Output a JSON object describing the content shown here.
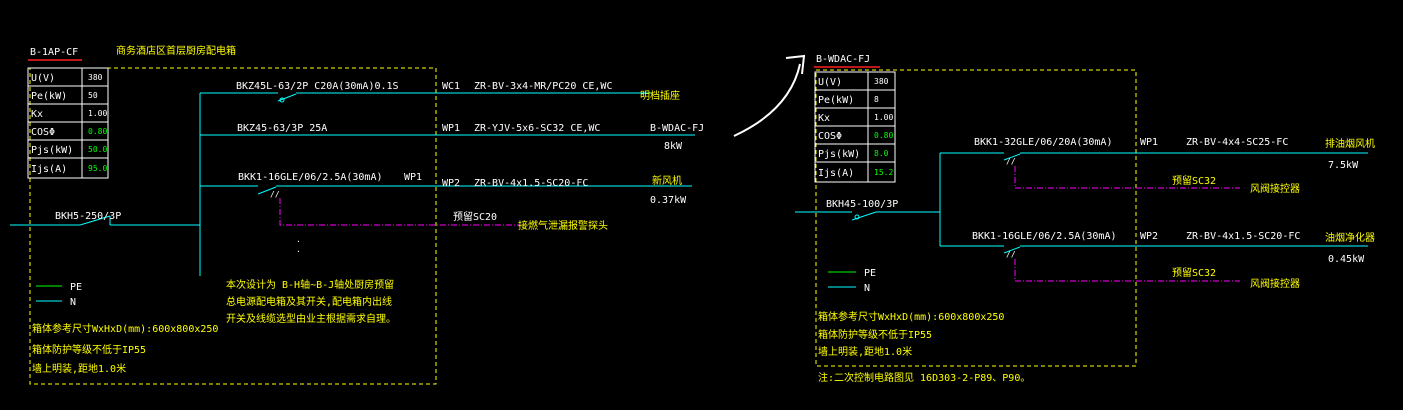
{
  "colors": {
    "bg": "#000000",
    "white": "#ffffff",
    "yellow": "#ffff00",
    "cyan": "#00ffff",
    "magenta": "#ff00ff",
    "green": "#00ff00",
    "red": "#ff2020"
  },
  "left": {
    "panel_code": "B-1AP-CF",
    "panel_title": "商务酒店区首层厨房配电箱",
    "params": [
      {
        "label": "U(V)",
        "value": "380"
      },
      {
        "label": "Pe(kW)",
        "value": "50"
      },
      {
        "label": "Kx",
        "value": "1.00"
      },
      {
        "label": "COSΦ",
        "value": "0.80"
      },
      {
        "label": "Pjs(kW)",
        "value": "50.0"
      },
      {
        "label": "Ijs(A)",
        "value": "95.0"
      }
    ],
    "main_breaker": "BKH5-250/3P",
    "circuits": [
      {
        "breaker": "BKZ45L-63/2P C20A(30mA)0.1S",
        "id": "WC1",
        "cable": "ZR-BV-3x4-MR/PC20 CE,WC",
        "load": "明档插座",
        "power": ""
      },
      {
        "breaker": "BKZ45-63/3P 25A",
        "id": "WP1",
        "cable": "ZR-YJV-5x6-SC32 CE,WC",
        "load": "B-WDAC-FJ",
        "power": "8kW"
      },
      {
        "breaker": "BKK1-16GLE/06/2.5A(30mA)",
        "id": "WP2",
        "cable": "ZR-BV-4x1.5-SC20-FC",
        "load": "新风机",
        "power": "0.37kW",
        "extra_id": "WP1"
      }
    ],
    "ctrl_pipe": "预留SC20",
    "ctrl_note": "接燃气泄漏报警探头",
    "pe_label": "PE",
    "n_label": "N",
    "note_lines": [
      "本次设计为 B-H轴~B-J轴处厨房预留",
      "总电源配电箱及其开关,配电箱内出线",
      "开关及线缆选型由业主根据需求自理。"
    ],
    "spec_lines": [
      "箱体参考尺寸WxHxD(mm):600x800x250",
      "箱体防护等级不低于IP55",
      "墙上明装,距地1.0米"
    ]
  },
  "right": {
    "panel_code": "B-WDAC-FJ",
    "params": [
      {
        "label": "U(V)",
        "value": "380"
      },
      {
        "label": "Pe(kW)",
        "value": "8"
      },
      {
        "label": "Kx",
        "value": "1.00"
      },
      {
        "label": "COSΦ",
        "value": "0.80"
      },
      {
        "label": "Pjs(kW)",
        "value": "8.0"
      },
      {
        "label": "Ijs(A)",
        "value": "15.2"
      }
    ],
    "main_breaker": "BKH45-100/3P",
    "circuits": [
      {
        "breaker": "BKK1-32GLE/06/20A(30mA)",
        "id": "WP1",
        "cable": "ZR-BV-4x4-SC25-FC",
        "load": "排油烟风机",
        "power": "7.5kW",
        "ctrl_pipe": "预留SC32",
        "ctrl_note": "风阀接控器"
      },
      {
        "breaker": "BKK1-16GLE/06/2.5A(30mA)",
        "id": "WP2",
        "cable": "ZR-BV-4x1.5-SC20-FC",
        "load": "油烟净化器",
        "power": "0.45kW",
        "ctrl_pipe": "预留SC32",
        "ctrl_note": "风阀接控器"
      }
    ],
    "pe_label": "PE",
    "n_label": "N",
    "spec_lines": [
      "箱体参考尺寸WxHxD(mm):600x800x250",
      "箱体防护等级不低于IP55",
      "墙上明装,距地1.0米"
    ],
    "footnote": "注:二次控制电路图见 16D303-2-P89、P90。"
  }
}
